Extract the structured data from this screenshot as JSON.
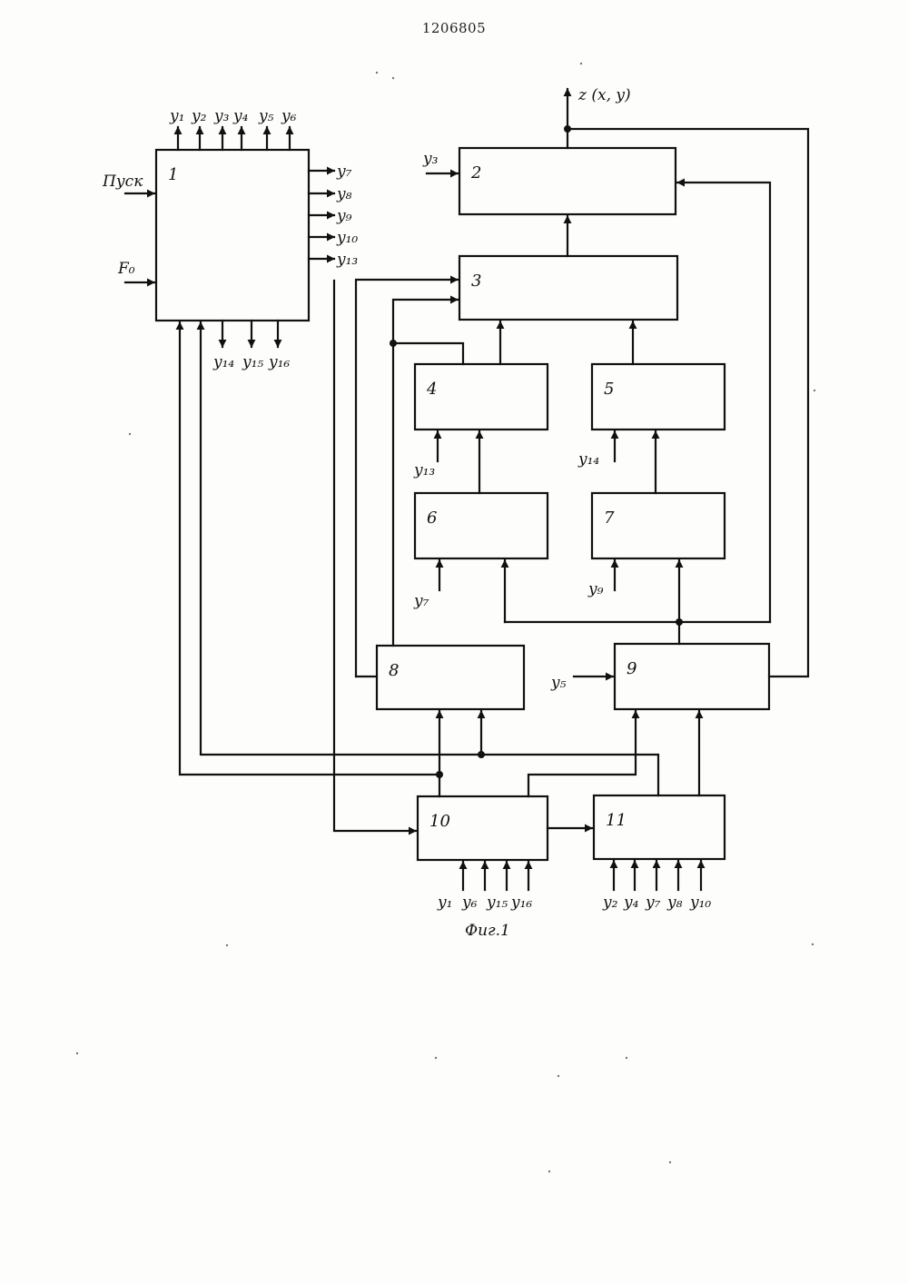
{
  "document": {
    "number": "1206805"
  },
  "figure": {
    "caption": "Фиг.1"
  },
  "blocks": [
    {
      "id": "1",
      "label": "1"
    },
    {
      "id": "2",
      "label": "2"
    },
    {
      "id": "3",
      "label": "3"
    },
    {
      "id": "4",
      "label": "4"
    },
    {
      "id": "5",
      "label": "5"
    },
    {
      "id": "6",
      "label": "6"
    },
    {
      "id": "7",
      "label": "7"
    },
    {
      "id": "8",
      "label": "8"
    },
    {
      "id": "9",
      "label": "9"
    },
    {
      "id": "10",
      "label": "10"
    },
    {
      "id": "11",
      "label": "11"
    }
  ],
  "signals": {
    "start": "Пуск",
    "clock": "F₀",
    "output": "z (x, y)",
    "y1": "y₁",
    "y2": "y₂",
    "y3": "y₃",
    "y4": "y₄",
    "y5": "y₅",
    "y6": "y₆",
    "y7": "y₇",
    "y8": "y₈",
    "y9": "y₉",
    "y10": "y₁₀",
    "y13": "y₁₃",
    "y14": "y₁₄",
    "y15": "y₁₅",
    "y16": "y₁₆"
  },
  "labels": {
    "b1_top": [
      "y1",
      "y2",
      "y3",
      "y4",
      "y5",
      "y6"
    ],
    "b1_right": [
      "y7",
      "y8",
      "y9",
      "y10",
      "y13"
    ],
    "b1_bottom": [
      "y14",
      "y15",
      "y16"
    ],
    "b2_in": "y3",
    "b4_in": "y13",
    "b5_in": "y14",
    "b6_in": "y7",
    "b7_in": "y9",
    "b9_in": "y5",
    "b10_in": [
      "y1",
      "y6",
      "y15",
      "y16"
    ],
    "b11_in": [
      "y2",
      "y4",
      "y7",
      "y8",
      "y10"
    ]
  }
}
